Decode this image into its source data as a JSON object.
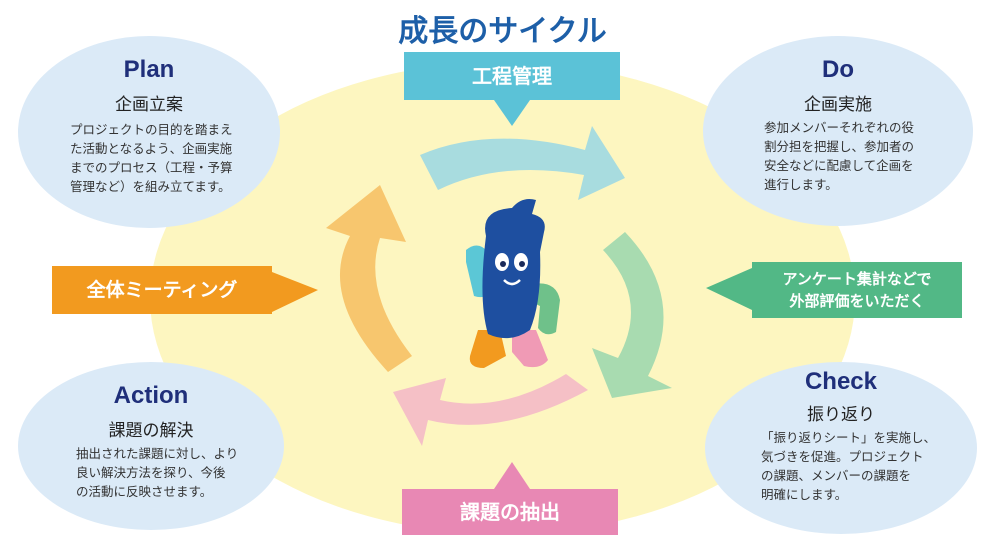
{
  "title": "成長のサイクル",
  "plan": {
    "en": "Plan",
    "jp": "企画立案",
    "desc": [
      "プロジェクトの目的を踏まえ",
      "た活動となるよう、企画実施",
      "までのプロセス（工程・予算",
      "管理など）を組み立てます。"
    ]
  },
  "do": {
    "en": "Do",
    "jp": "企画実施",
    "desc": [
      "参加メンバーそれぞれの役",
      "割分担を把握し、参加者の",
      "安全などに配慮して企画を",
      "進行します。"
    ]
  },
  "action": {
    "en": "Action",
    "jp": "課題の解決",
    "desc": [
      "抽出された課題に対し、より",
      "良い解決方法を探り、今後",
      "の活動に反映させます。"
    ]
  },
  "check": {
    "en": "Check",
    "jp": "振り返り",
    "desc": [
      "「振り返りシート」を実施し、",
      "気づきを促進。プロジェクト",
      "の課題、メンバーの課題を",
      "明確にします。"
    ]
  },
  "banners": {
    "top": "工程管理",
    "left": "全体ミーティング",
    "right": [
      "アンケート集計などで",
      "外部評価をいただく"
    ],
    "bottom": "課題の抽出"
  },
  "colors": {
    "top": "#5bc2d7",
    "left": "#f29a1f",
    "right": "#52b886",
    "bottom": "#e888b4",
    "title": "#1d5fa8"
  }
}
